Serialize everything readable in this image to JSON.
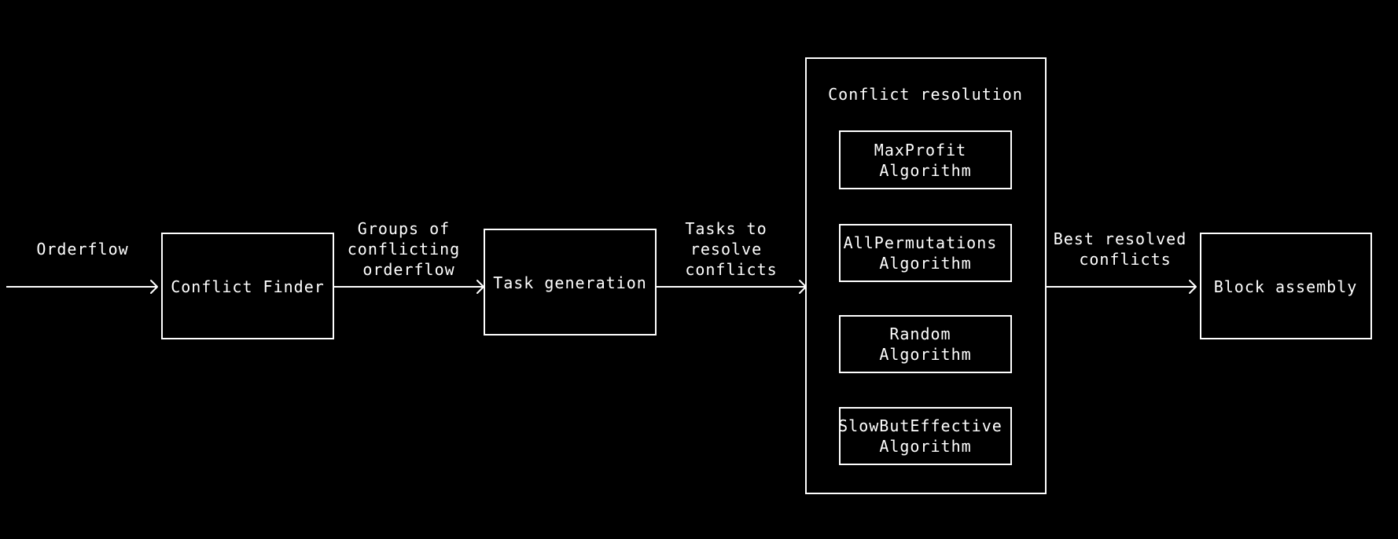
{
  "colors": {
    "background": "#000000",
    "foreground": "#ffffff"
  },
  "edge_labels": {
    "orderflow": [
      "Orderflow"
    ],
    "groups": [
      "Groups of",
      "conflicting",
      "orderflow"
    ],
    "tasks": [
      "Tasks to",
      "resolve",
      "conflicts"
    ],
    "best": [
      "Best resolved",
      "conflicts"
    ]
  },
  "nodes": {
    "conflict_finder": [
      "Conflict Finder"
    ],
    "task_generation": [
      "Task generation"
    ],
    "block_assembly": [
      "Block assembly"
    ]
  },
  "conflict_resolution": {
    "title": "Conflict resolution",
    "algorithms": [
      [
        "MaxProfit",
        "Algorithm"
      ],
      [
        "AllPermutations",
        "Algorithm"
      ],
      [
        "Random",
        "Algorithm"
      ],
      [
        "SlowButEffective",
        "Algorithm"
      ]
    ]
  }
}
